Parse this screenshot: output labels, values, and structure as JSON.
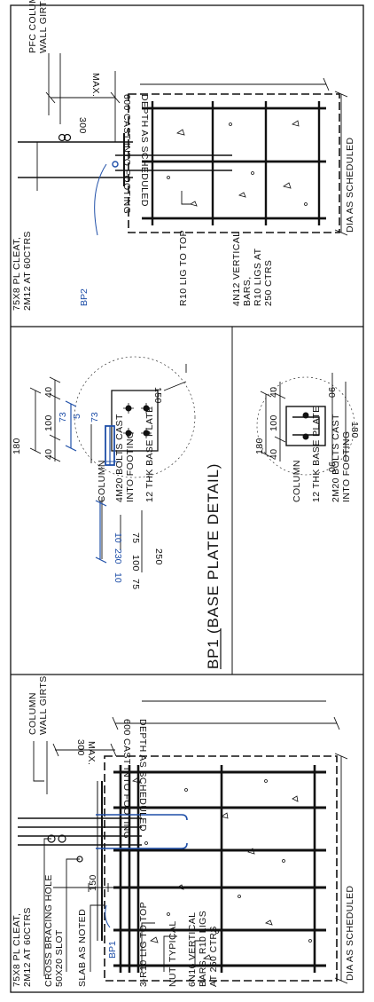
{
  "left_panel": {
    "cleat_1": "75X8 PL CLEAT,",
    "cleat_2": "2M12 AT 60CTRS",
    "bracing_1": "CROSS BRACING HOLE",
    "bracing_2": "50X20 SLOT",
    "slab": "SLAB AS NOTED",
    "lig": "3-R10 LIG TO TOP",
    "nut": "NUT, TYPICAL",
    "bars_1": "6N16 VERTICAL",
    "bars_2": "BARS, R10 LIGS",
    "bars_3": "AT 250 CTRS",
    "column": "COLUMN",
    "girts": "WALL GIRTS",
    "dim_150": "150",
    "dim_300": "300",
    "max": "MAX.",
    "cast": "600 CAST INTO FOOTING",
    "depth": "DEPTH AS SCHEDULED",
    "dia": "DIA AS SCHEDULED",
    "tag": "BP1"
  },
  "middle_panel": {
    "title": "BP1 (BASE PLATE DETAIL)",
    "bp1a": {
      "dim_180": "180",
      "dim_40a": "40",
      "dim_100": "100",
      "dim_40b": "40",
      "dim_73a": "73",
      "dim_5": "5",
      "dim_73b": "73",
      "dim_150": "150",
      "dim_10a": "10",
      "dim_230": "230",
      "dim_10b": "10",
      "dim_75a": "75",
      "dim_100b": "100",
      "dim_75b": "75",
      "dim_250": "250",
      "column": "COLUMN",
      "bolts_1": "4M20 BOLTS CAST",
      "bolts_2": "INTO FOOTING",
      "plate": "12 THK BASE PLATE"
    },
    "bp1b": {
      "dim_180": "180",
      "dim_40a": "40",
      "dim_100": "100",
      "dim_40b": "40",
      "dim_90a": "90",
      "dim_90b": "90",
      "dim_180b": "180",
      "column": "COLUMN",
      "plate": "12 THK BASE PLATE",
      "bolts_1": "2M20 BOLTS CAST",
      "bolts_2": "INTO FOOTING"
    }
  },
  "right_panel": {
    "column": "PFC COLUMN",
    "girts": "WALL GIRTS",
    "dim_300": "300",
    "max": "MAX.",
    "cast": "600 CAST INTO FOOTING",
    "depth": "DEPTH AS SCHEDULED",
    "dia": "DIA AS SCHEDULED",
    "cleat_1": "75X8 PL CLEAT,",
    "cleat_2": "2M12 AT 60CTRS",
    "tag": "BP2",
    "lig": "R10 LIG TO TOP",
    "bars_1": "4N12 VERTICAL",
    "bars_2": "BARS,",
    "bars_3": "R10 LIGS AT",
    "bars_4": "250 CTRS"
  }
}
